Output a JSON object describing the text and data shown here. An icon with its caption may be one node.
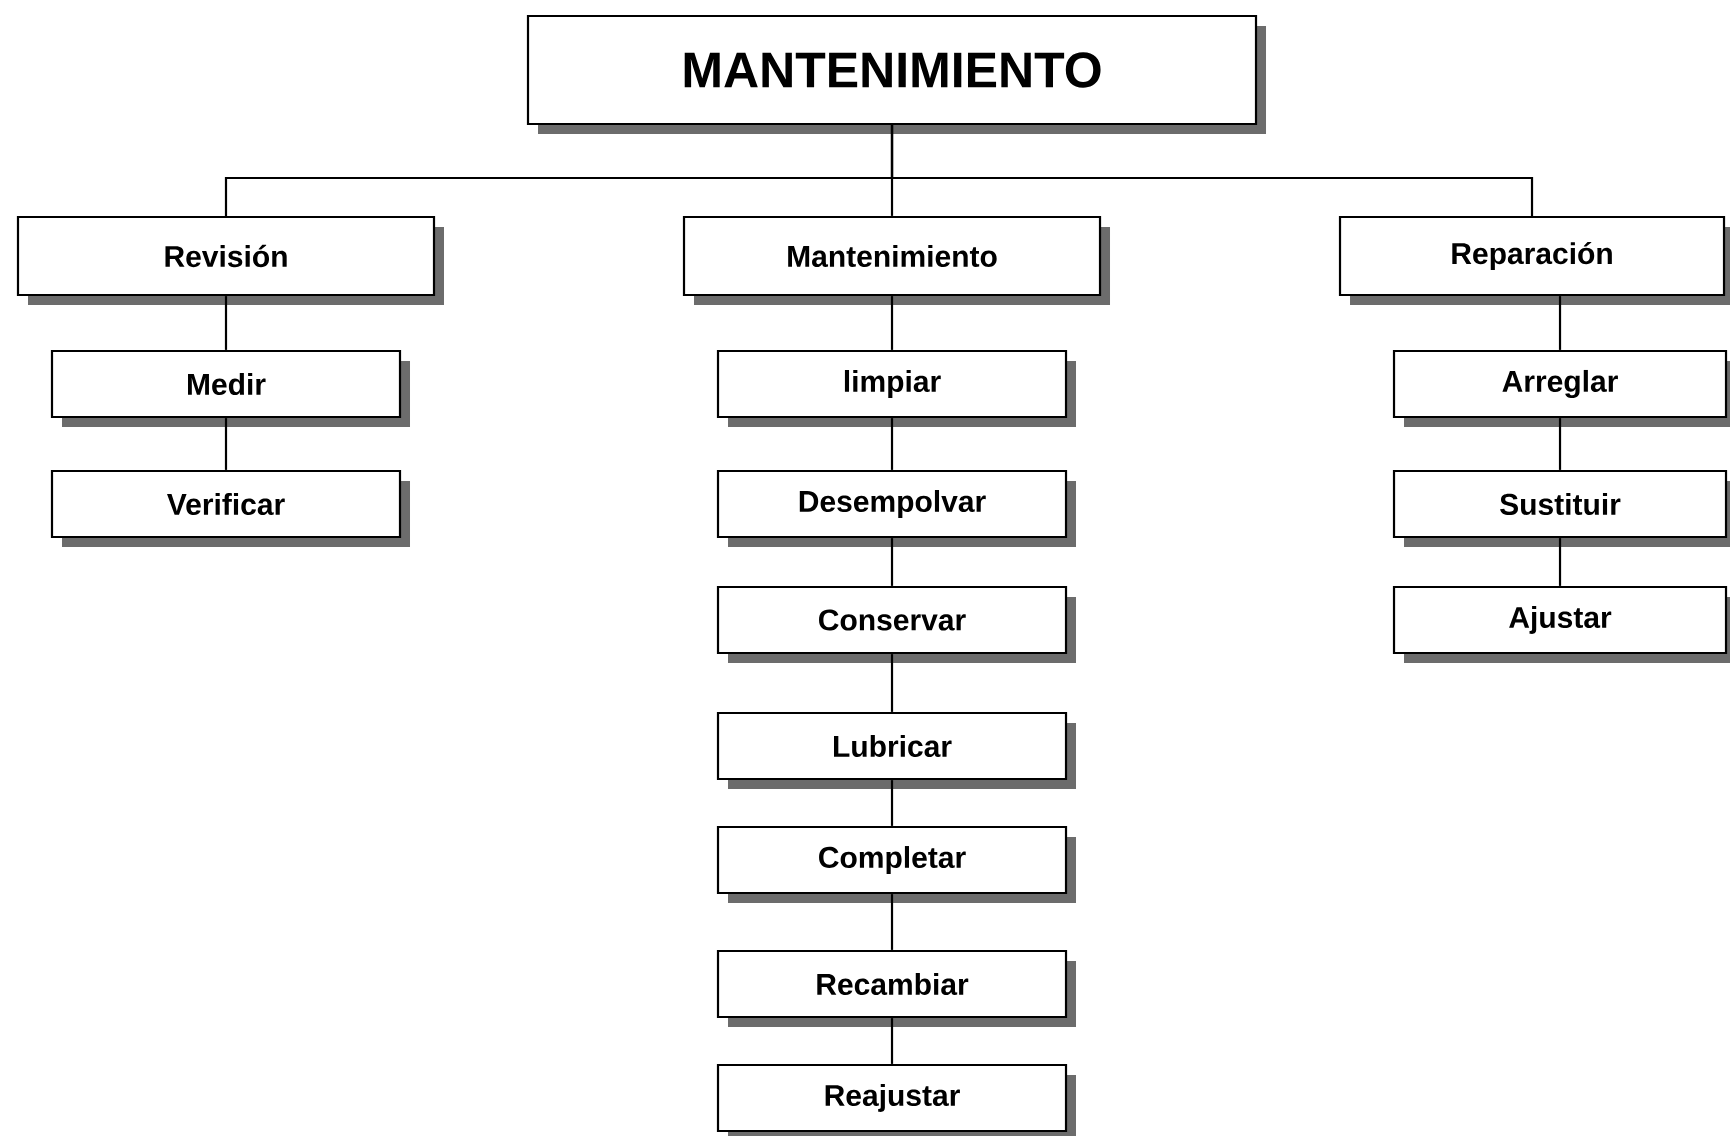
{
  "diagram": {
    "nodes": [
      {
        "text": [
          "MANTENIMIENTO"
        ]
      },
      {
        "text": [
          "Revisión"
        ]
      },
      {
        "text": [
          "Mantenimiento"
        ]
      },
      {
        "text": [
          "Reparación"
        ]
      },
      {
        "text": [
          "Medir"
        ]
      },
      {
        "text": [
          "Verificar"
        ]
      },
      {
        "text": [
          "limpiar"
        ]
      },
      {
        "text": [
          "Desempolvar"
        ]
      },
      {
        "text": [
          "Conservar"
        ]
      },
      {
        "text": [
          "Lubricar"
        ]
      },
      {
        "text": [
          "Completar"
        ]
      },
      {
        "text": [
          "Recambiar"
        ]
      },
      {
        "text": [
          "Reajustar"
        ]
      },
      {
        "text": [
          "Arreglar"
        ]
      },
      {
        "text": [
          "Sustituir"
        ]
      },
      {
        "text": [
          "Ajustar"
        ]
      }
    ],
    "edges": [
      {
        "from": 0,
        "to": 1,
        "arrow": "none"
      },
      {
        "from": 0,
        "to": 2,
        "arrow": "none"
      },
      {
        "from": 0,
        "to": 3,
        "arrow": "none"
      },
      {
        "from": 1,
        "to": 4,
        "arrow": "none"
      },
      {
        "from": 4,
        "to": 5,
        "arrow": "none"
      },
      {
        "from": 2,
        "to": 6,
        "arrow": "none"
      },
      {
        "from": 6,
        "to": 7,
        "arrow": "none"
      },
      {
        "from": 7,
        "to": 8,
        "arrow": "none"
      },
      {
        "from": 8,
        "to": 9,
        "arrow": "none"
      },
      {
        "from": 9,
        "to": 10,
        "arrow": "none"
      },
      {
        "from": 10,
        "to": 11,
        "arrow": "none"
      },
      {
        "from": 11,
        "to": 12,
        "arrow": "none"
      },
      {
        "from": 3,
        "to": 13,
        "arrow": "none"
      },
      {
        "from": 13,
        "to": 14,
        "arrow": "none"
      },
      {
        "from": 14,
        "to": 15,
        "arrow": "none"
      }
    ]
  }
}
